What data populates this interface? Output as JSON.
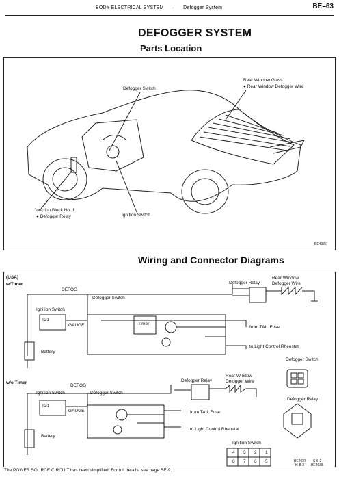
{
  "header": {
    "section": "BODY ELECTRICAL SYSTEM",
    "dash": "–",
    "subsection": "Defogger System",
    "page": "BE–63"
  },
  "title": "DEFOGGER SYSTEM",
  "parts_location": {
    "heading": "Parts Location",
    "labels": {
      "rear_window_glass": "Rear Window Glass",
      "rear_window_defogger_wire": "● Rear Window Defogger Wire",
      "defogger_switch": "Defogger Switch",
      "junction_block": "Junction Block No. 1",
      "defogger_relay": "● Defogger Relay",
      "ignition_switch": "Ignition Switch"
    },
    "code": "BE4036"
  },
  "wiring": {
    "heading": "Wiring and Connector Diagrams",
    "usa": "(USA)",
    "with_timer": "w/Timer",
    "without_timer": "w/o Timer",
    "labels": {
      "defog": "DEFOG",
      "ignition_switch": "Ignition Switch",
      "defogger_switch": "Defogger Switch",
      "ig1": "IG1",
      "gauge": "GAUGE",
      "timer": "Timer",
      "battery": "Battery",
      "defogger_relay": "Defogger Relay",
      "rear_window_defogger_wire_1": "Rear Window",
      "rear_window_defogger_wire_2": "Defogger Wire",
      "from_tail_fuse": "from TAIL Fuse",
      "to_light_control": "to Light Control Rheostat"
    },
    "connectors": {
      "defogger_switch": "Defogger Switch",
      "defogger_relay": "Defogger Relay",
      "ignition_switch": "Ignition Switch",
      "ign_pins_top": [
        "4",
        "3",
        "2",
        "1"
      ],
      "ign_pins_bottom": [
        "8",
        "7",
        "6",
        "5"
      ]
    },
    "codes": [
      "BE4037",
      "S-6-2",
      "H-B-2",
      "BE4038"
    ]
  },
  "footnote": "The POWER SOURCE CIRCUIT has been simplified. For full details, see page BE-9."
}
